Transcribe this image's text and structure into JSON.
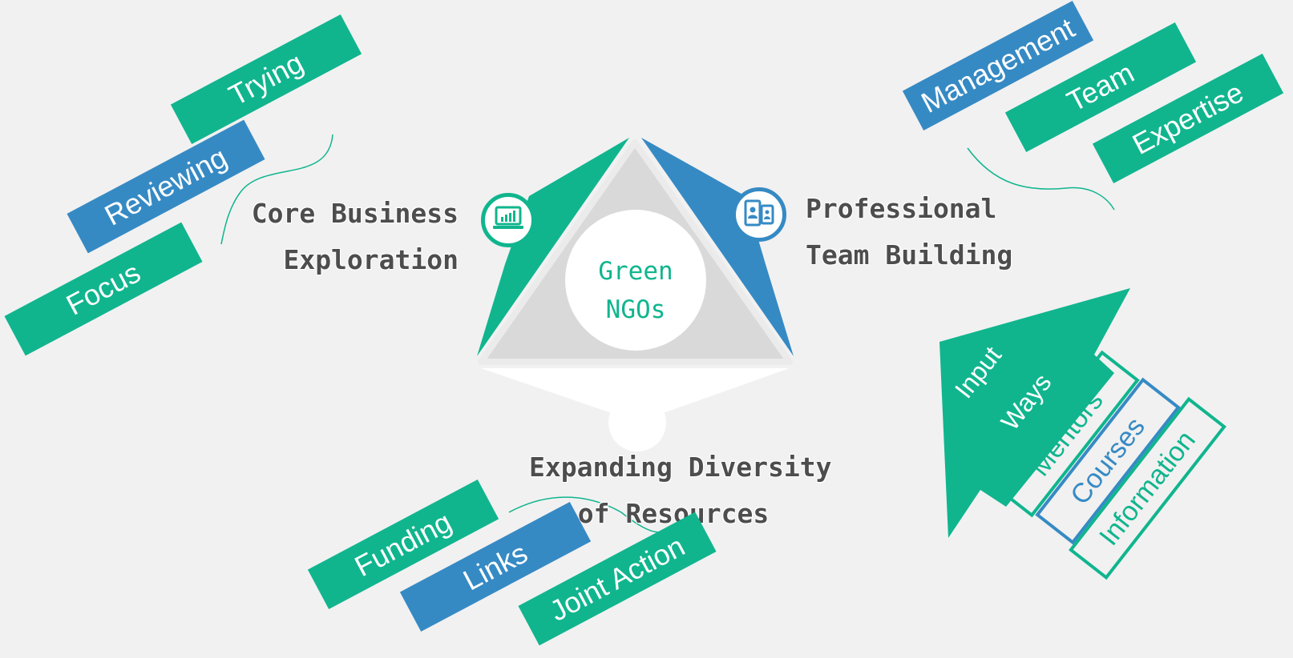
{
  "colors": {
    "green": "#10b58e",
    "blue": "#368ac4",
    "background": "#f1f1f1",
    "triangle_gray": "#d9d9d9",
    "text_dark": "#4d4d4d"
  },
  "center": {
    "line1": "Green",
    "line2": "NGOs"
  },
  "captions": {
    "core": {
      "line1": "Core Business",
      "line2": "Exploration"
    },
    "professional": {
      "line1": "Professional",
      "line2": "Team Building"
    },
    "resources": {
      "line1": "Expanding Diversity",
      "line2": "of Resources"
    }
  },
  "icons": {
    "core": "laptop-chart-icon",
    "professional": "mobile-devices-icon"
  },
  "tags": {
    "trying": "Trying",
    "reviewing": "Reviewing",
    "focus": "Focus",
    "management": "Management",
    "team": "Team",
    "expertise": "Expertise",
    "funding": "Funding",
    "links": "Links",
    "joint_action": "Joint Action"
  },
  "arrow": {
    "input": "Input",
    "ways": "Ways",
    "items": [
      "Mentors",
      "Courses",
      "Information"
    ]
  }
}
